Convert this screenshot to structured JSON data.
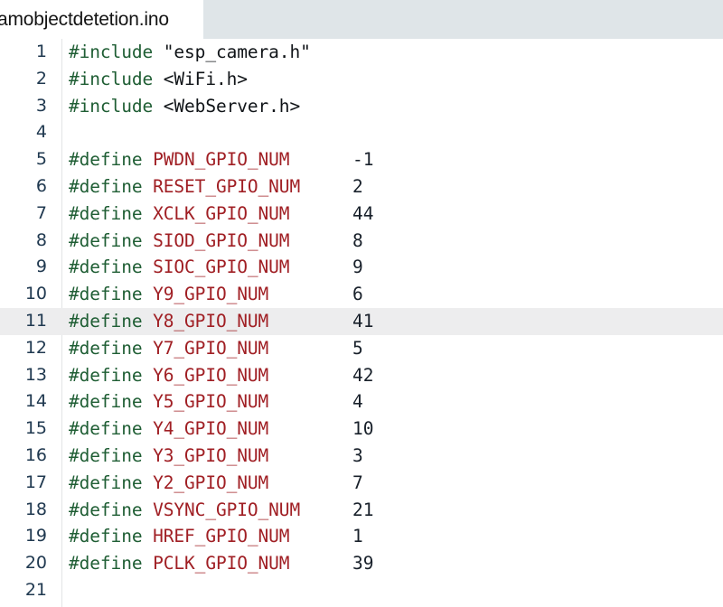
{
  "window": {
    "app": "Arduino IDE",
    "background_color": "#ffffff",
    "toolbar_color": "#dfe5e8"
  },
  "tabbar": {
    "tabs": [
      {
        "label": "amobjectdetetion.ino",
        "active": true,
        "name": "tab-sketch-file"
      }
    ]
  },
  "editor": {
    "language": "c++",
    "current_line": 11,
    "colors": {
      "preprocessor": "#1f5e34",
      "macro_name": "#a01f24",
      "literal": "#101418",
      "number": "#18202a",
      "line_number": "#203950",
      "current_line_highlight": "#ededee"
    },
    "lines": [
      {
        "num": "1",
        "keyword": "#include",
        "arg": " \"esp_camera.h\"",
        "macro": "",
        "value": ""
      },
      {
        "num": "2",
        "keyword": "#include",
        "arg": " <WiFi.h>",
        "macro": "",
        "value": ""
      },
      {
        "num": "3",
        "keyword": "#include",
        "arg": " <WebServer.h>",
        "macro": "",
        "value": ""
      },
      {
        "num": "4",
        "keyword": "",
        "arg": "",
        "macro": "",
        "value": ""
      },
      {
        "num": "5",
        "keyword": "#define",
        "arg": " ",
        "macro": "PWDN_GPIO_NUM",
        "value": "-1"
      },
      {
        "num": "6",
        "keyword": "#define",
        "arg": " ",
        "macro": "RESET_GPIO_NUM",
        "value": "2"
      },
      {
        "num": "7",
        "keyword": "#define",
        "arg": " ",
        "macro": "XCLK_GPIO_NUM",
        "value": "44"
      },
      {
        "num": "8",
        "keyword": "#define",
        "arg": " ",
        "macro": "SIOD_GPIO_NUM",
        "value": "8"
      },
      {
        "num": "9",
        "keyword": "#define",
        "arg": " ",
        "macro": "SIOC_GPIO_NUM",
        "value": "9"
      },
      {
        "num": "10",
        "keyword": "#define",
        "arg": " ",
        "macro": "Y9_GPIO_NUM",
        "value": "6"
      },
      {
        "num": "11",
        "keyword": "#define",
        "arg": " ",
        "macro": "Y8_GPIO_NUM",
        "value": "41"
      },
      {
        "num": "12",
        "keyword": "#define",
        "arg": " ",
        "macro": "Y7_GPIO_NUM",
        "value": "5"
      },
      {
        "num": "13",
        "keyword": "#define",
        "arg": " ",
        "macro": "Y6_GPIO_NUM",
        "value": "42"
      },
      {
        "num": "14",
        "keyword": "#define",
        "arg": " ",
        "macro": "Y5_GPIO_NUM",
        "value": "4"
      },
      {
        "num": "15",
        "keyword": "#define",
        "arg": " ",
        "macro": "Y4_GPIO_NUM",
        "value": "10"
      },
      {
        "num": "16",
        "keyword": "#define",
        "arg": " ",
        "macro": "Y3_GPIO_NUM",
        "value": "3"
      },
      {
        "num": "17",
        "keyword": "#define",
        "arg": " ",
        "macro": "Y2_GPIO_NUM",
        "value": "7"
      },
      {
        "num": "18",
        "keyword": "#define",
        "arg": " ",
        "macro": "VSYNC_GPIO_NUM",
        "value": "21"
      },
      {
        "num": "19",
        "keyword": "#define",
        "arg": " ",
        "macro": "HREF_GPIO_NUM",
        "value": "1"
      },
      {
        "num": "20",
        "keyword": "#define",
        "arg": " ",
        "macro": "PCLK_GPIO_NUM",
        "value": "39"
      },
      {
        "num": "21",
        "keyword": "",
        "arg": "",
        "macro": "",
        "value": ""
      }
    ]
  }
}
